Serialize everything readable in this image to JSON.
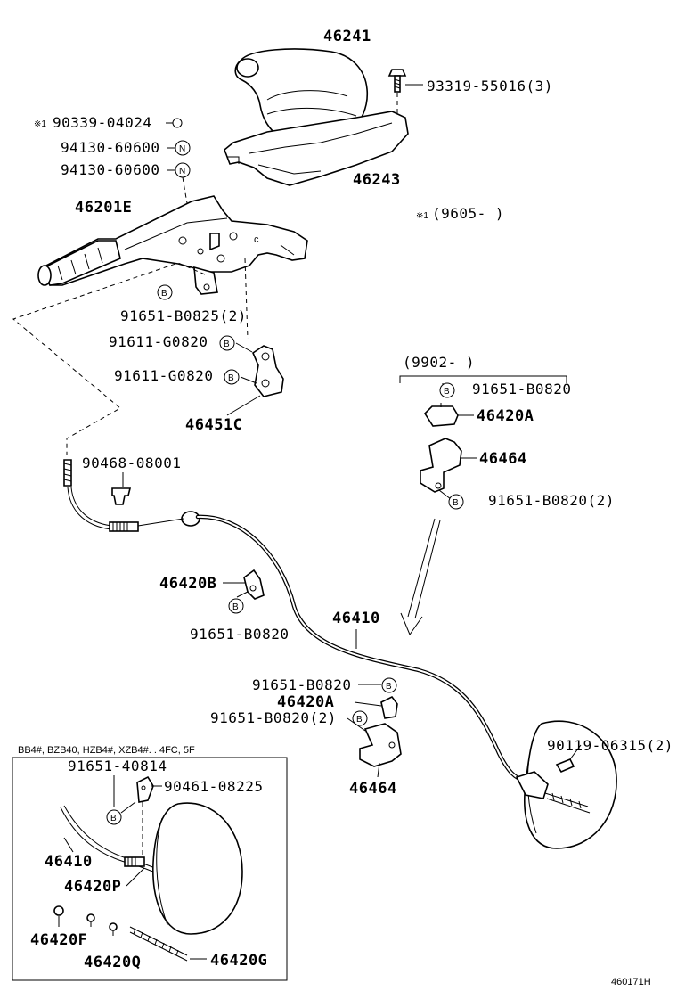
{
  "diagram_id": "460171H",
  "inset_header": "BB4#, BZB40, HZB4#, XZB4#. . 4FC, 5F",
  "markers": {
    "bolt": "B",
    "nut": "N"
  },
  "notes": {
    "note1_mark": "※1",
    "note1_text": "(9605-      )",
    "note2_text": "(9902-        )"
  },
  "parts": {
    "p46241": "46241",
    "p93319": "93319-55016(3)",
    "p46243": "46243",
    "p90339_mark": "※1",
    "p90339": "90339-04024",
    "p94130a": "94130-60600",
    "p94130b": "94130-60600",
    "p46201E": "46201E",
    "p91651_b0825": "91651-B0825(2)",
    "p91611a": "91611-G0820",
    "p91611b": "91611-G0820",
    "p46451C": "46451C",
    "p91651_b0820_r1": "91651-B0820",
    "p46420A_r": "46420A",
    "p46464_r": "46464",
    "p91651_b0820_2_r": "91651-B0820(2)",
    "p90468": "90468-08001",
    "p46420B": "46420B",
    "p91651_b0820_l": "91651-B0820",
    "p46410": "46410",
    "p91651_b0820_m": "91651-B0820",
    "p46420A_m": "46420A",
    "p91651_b0820_2_m": "91651-B0820(2)",
    "p46464_m": "46464",
    "p90119": "90119-06315(2)"
  },
  "inset_parts": {
    "p91651_40814": "91651-40814",
    "p90461": "90461-08225",
    "p46410": "46410",
    "p46420P": "46420P",
    "p46420F": "46420F",
    "p46420Q": "46420Q",
    "p46420G": "46420G"
  }
}
